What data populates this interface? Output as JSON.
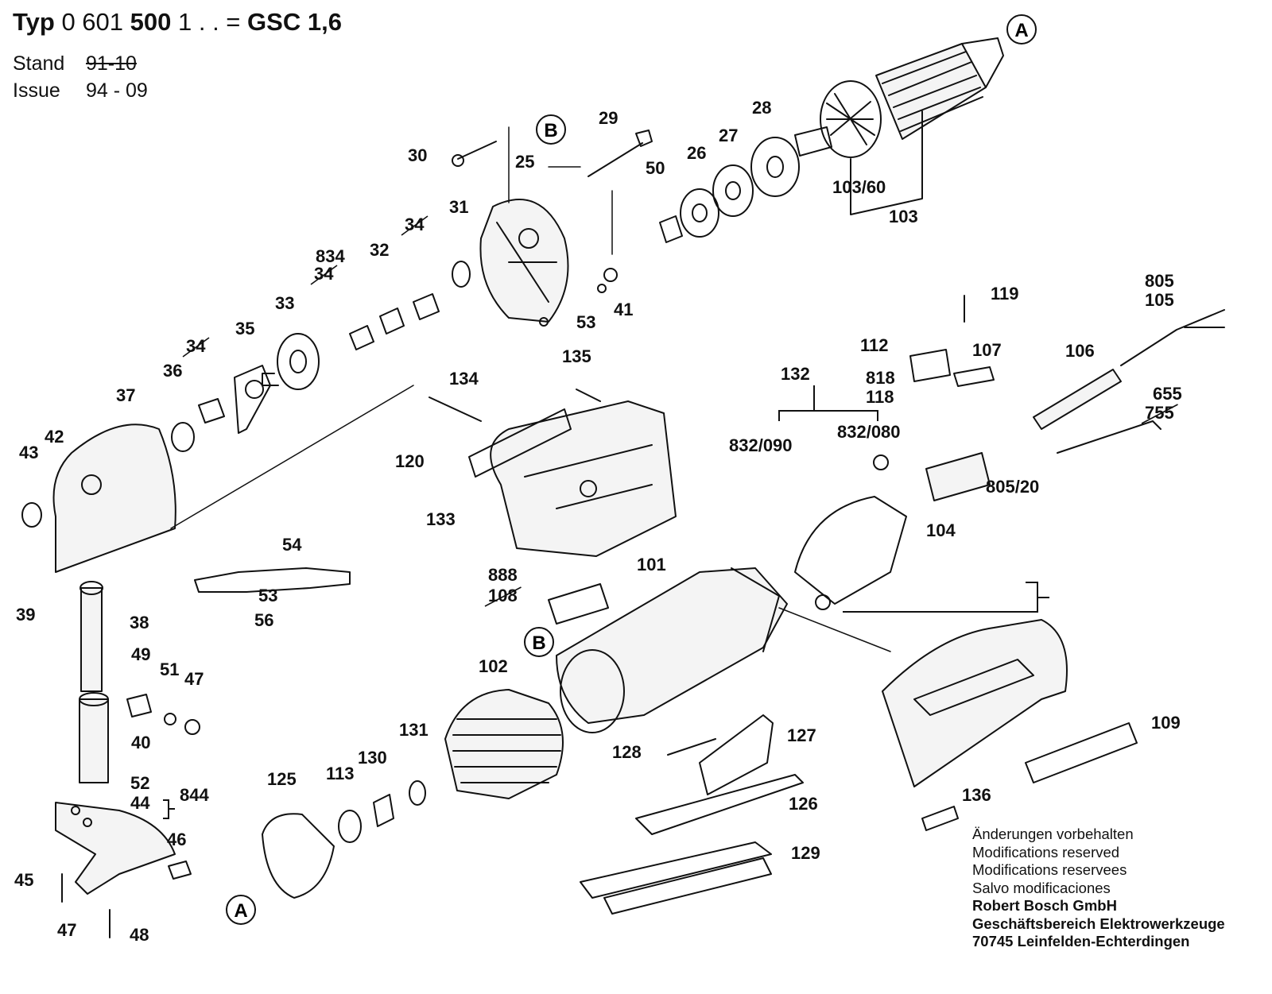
{
  "header": {
    "typ_label": "Typ",
    "typ_prefix": "0 601",
    "typ_mid": "500",
    "typ_suffix": "1 . . =",
    "model": "GSC 1,6",
    "stand_label": "Stand",
    "stand_value": "91-10",
    "issue_label": "Issue",
    "issue_value": "94 - 09"
  },
  "callouts": [
    "A",
    "B"
  ],
  "part_labels": [
    "30",
    "29",
    "25",
    "50",
    "26",
    "27",
    "28",
    "103/60",
    "103",
    "31",
    "834",
    "32",
    "33",
    "35",
    "36",
    "37",
    "42",
    "43",
    "41",
    "53",
    "119",
    "805",
    "105",
    "112",
    "107",
    "106",
    "818",
    "118",
    "132",
    "655",
    "832/090",
    "832/080",
    "134",
    "135",
    "120",
    "133",
    "805/20",
    "104",
    "54",
    "53",
    "56",
    "39",
    "38",
    "49",
    "51",
    "47",
    "40",
    "52",
    "844",
    "44",
    "45",
    "46",
    "47",
    "48",
    "888",
    "101",
    "102",
    "131",
    "130",
    "113",
    "125",
    "127",
    "128",
    "126",
    "129",
    "136",
    "109"
  ],
  "struck_labels": [
    "34",
    "34",
    "34",
    "108",
    "755"
  ],
  "notes": {
    "lines": [
      "Änderungen vorbehalten",
      "Modifications reserved",
      "Modifications reservees",
      "Salvo modificaciones"
    ],
    "company": [
      "Robert Bosch GmbH",
      "Geschäftsbereich Elektrowerkzeuge",
      "70745 Leinfelden-Echterdingen"
    ]
  }
}
